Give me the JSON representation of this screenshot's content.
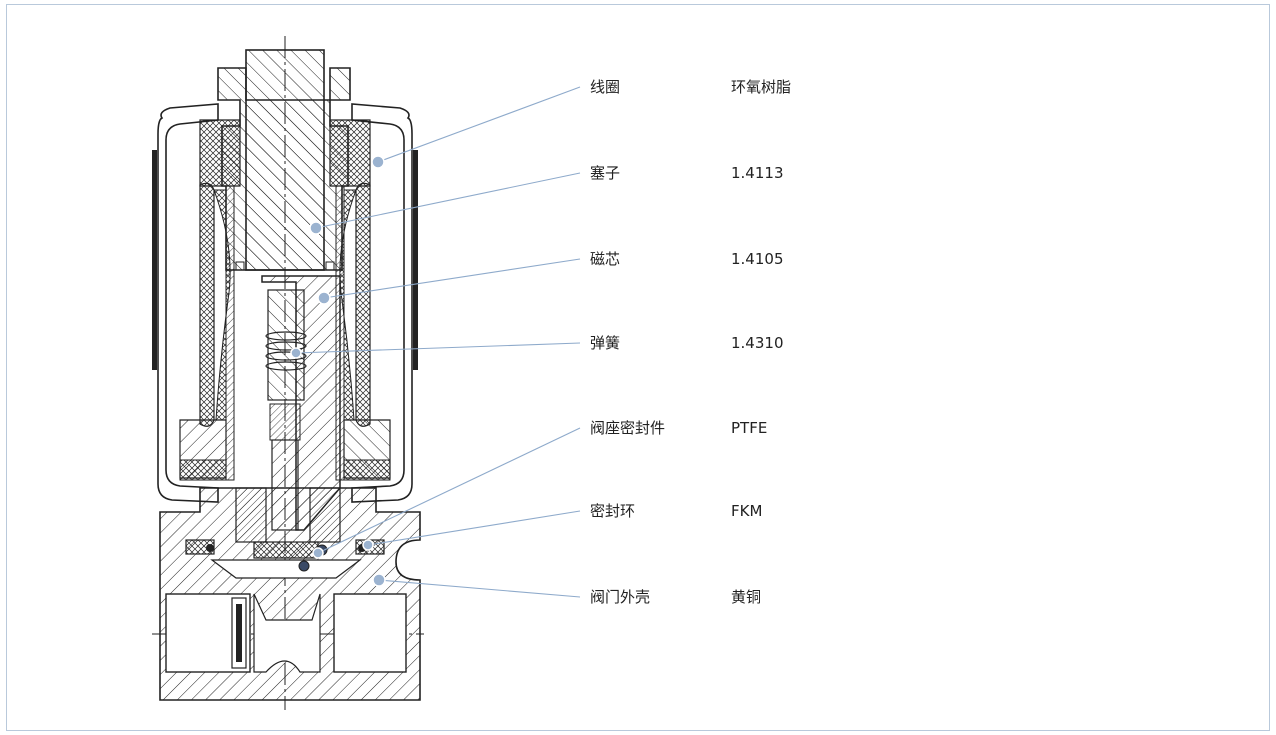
{
  "colors": {
    "frame_border": "#b9c9db",
    "leader_line": "#8eaacb",
    "marker_dot": "#9bb3d0",
    "drawing_line": "#1a1a1a"
  },
  "callouts": [
    {
      "part": "线圈",
      "material": "环氧树脂"
    },
    {
      "part": "塞子",
      "material": "1.4113"
    },
    {
      "part": "磁芯",
      "material": "1.4105"
    },
    {
      "part": "弹簧",
      "material": "1.4310"
    },
    {
      "part": "阀座密封件",
      "material": "PTFE"
    },
    {
      "part": "密封环",
      "material": "FKM"
    },
    {
      "part": "阀门外壳",
      "material": "黄铜"
    }
  ]
}
